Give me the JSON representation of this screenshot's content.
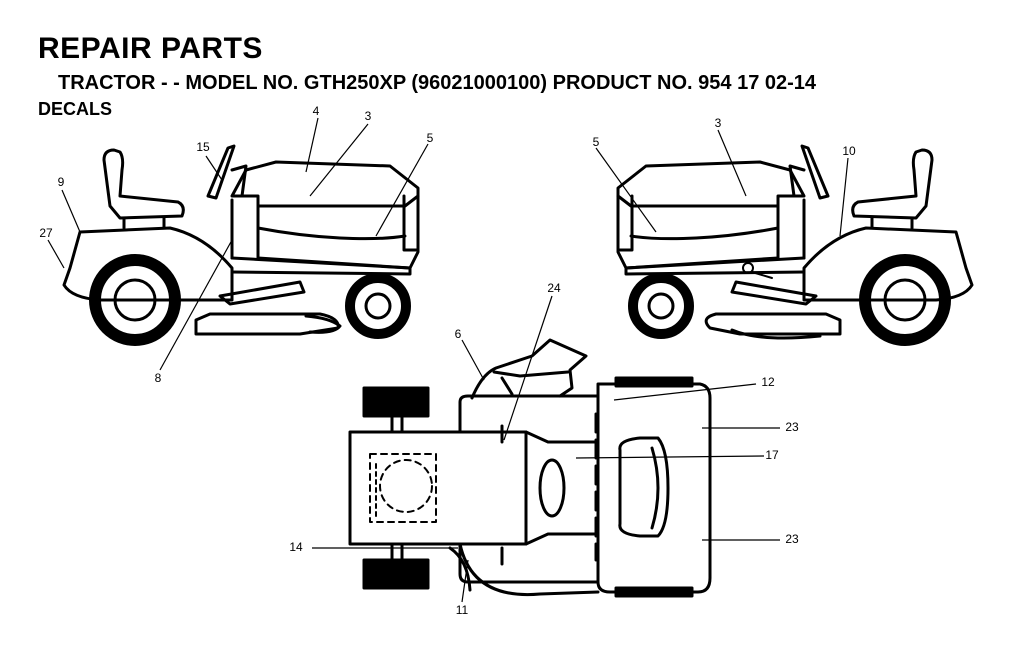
{
  "header": {
    "title": "REPAIR PARTS",
    "subtitle": "TRACTOR - - MODEL NO. GTH250XP (96021000100) PRODUCT NO. 954 17 02-14",
    "section": "DECALS"
  },
  "callouts": {
    "c4": "4",
    "c3_left": "3",
    "c5_left": "5",
    "c15": "15",
    "c9": "9",
    "c27": "27",
    "c8": "8",
    "c5_right": "5",
    "c3_right": "3",
    "c10": "10",
    "c6": "6",
    "c24": "24",
    "c12": "12",
    "c23_top": "23",
    "c17": "17",
    "c23_bottom": "23",
    "c14": "14",
    "c11": "11"
  }
}
